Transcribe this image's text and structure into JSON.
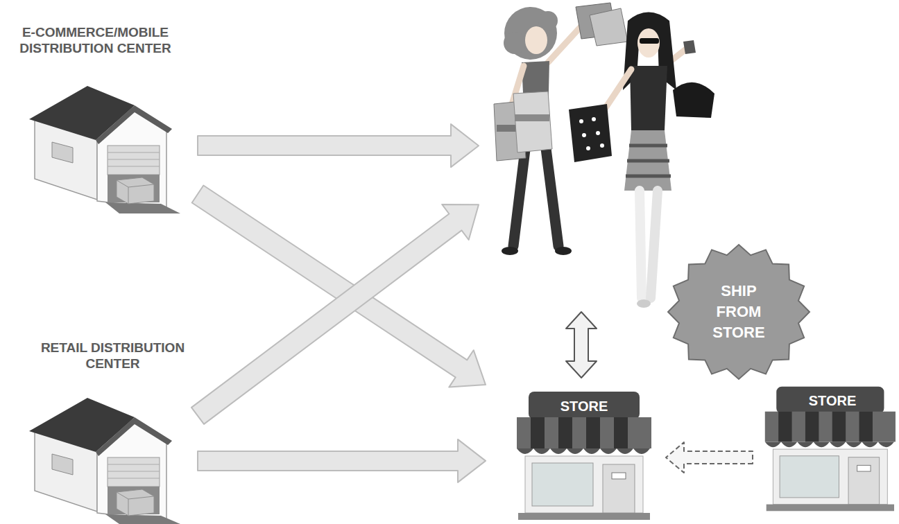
{
  "diagram": {
    "nodes": [
      {
        "text": [
          "E-COMMERCE/MOBILE DISTRIBUTION CENTER"
        ]
      },
      {
        "text": []
      },
      {
        "text": [
          "SHIP FROM STORE"
        ]
      },
      {
        "text": [
          "RETAIL DISTRIBUTION CENTER"
        ]
      },
      {
        "text": [
          "STORE"
        ]
      },
      {
        "text": [
          "STORE"
        ]
      }
    ],
    "edges": [
      {
        "from": 0,
        "to": 1,
        "arrow": "to"
      },
      {
        "from": 0,
        "to": 4,
        "arrow": "to"
      },
      {
        "from": 3,
        "to": 1,
        "arrow": "to"
      },
      {
        "from": 3,
        "to": 4,
        "arrow": "to"
      },
      {
        "from": 1,
        "to": 4,
        "arrow": "both"
      },
      {
        "from": 5,
        "to": 4,
        "arrow": "to"
      }
    ]
  }
}
